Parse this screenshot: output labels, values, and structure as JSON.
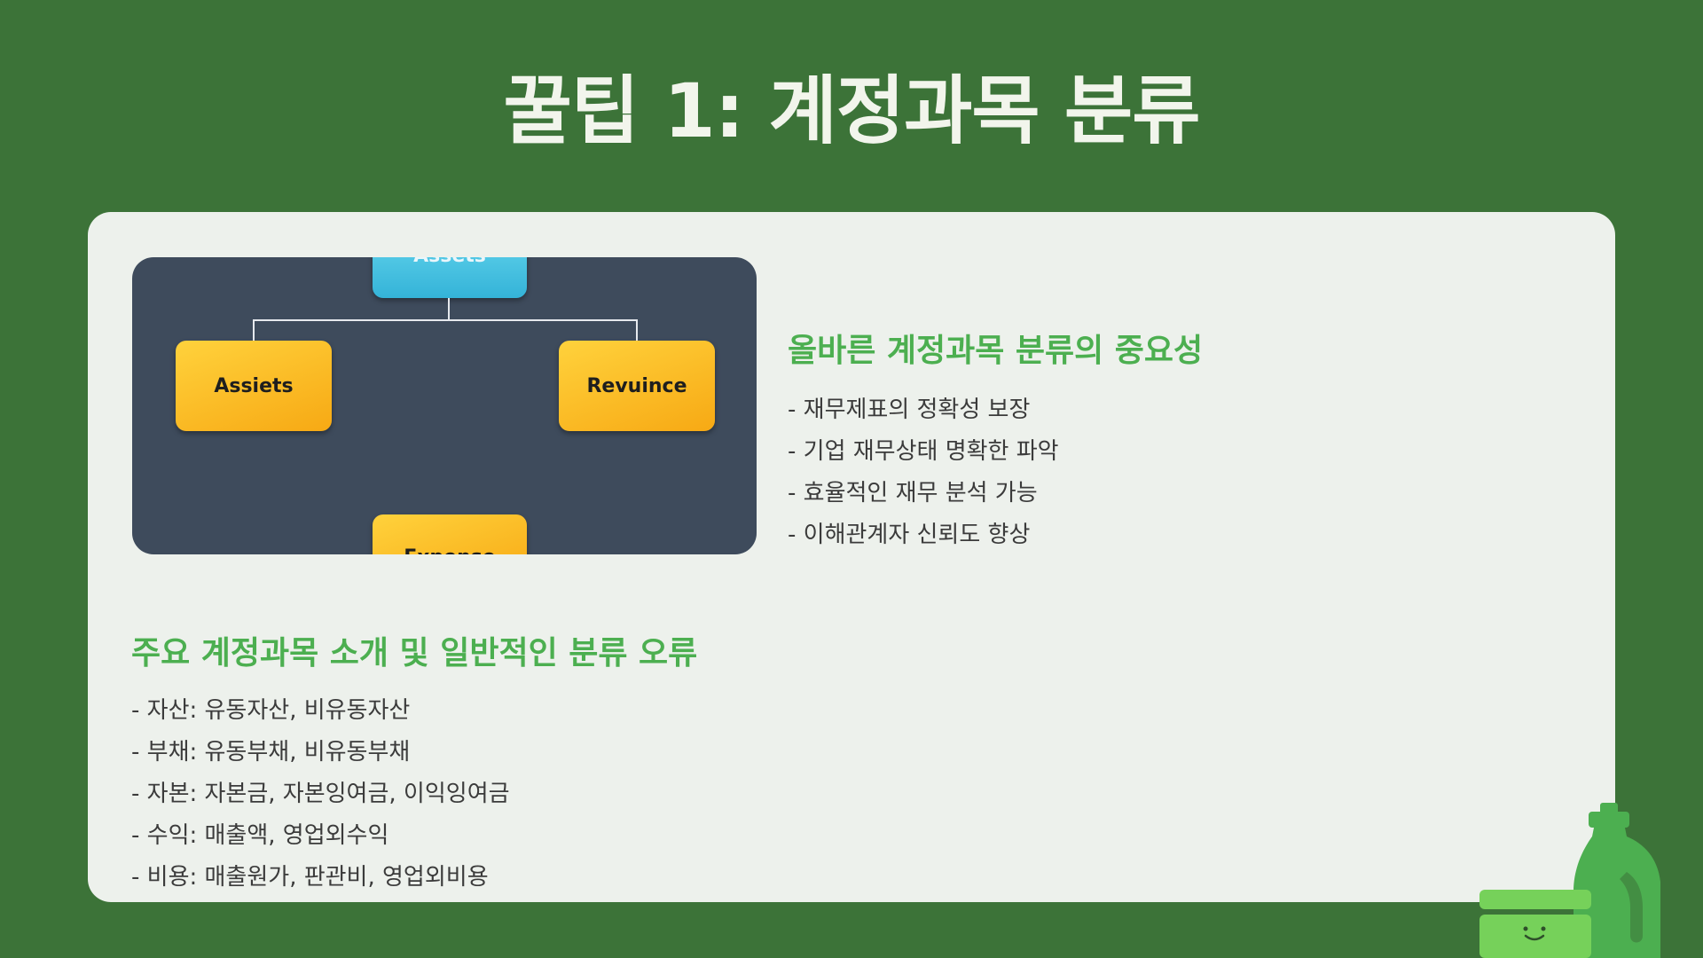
{
  "slide": {
    "title": "꿀팁 1: 계정과목 분류"
  },
  "diagram": {
    "top_node": "Assets",
    "left_node": "Assiets",
    "right_node": "Revuince",
    "bottom_node": "Expense"
  },
  "importance": {
    "heading": "올바른 계정과목 분류의 중요성",
    "items": [
      "- 재무제표의 정확성 보장",
      "- 기업 재무상태 명확한 파악",
      "- 효율적인 재무 분석 가능",
      "- 이해관계자 신뢰도 향상"
    ]
  },
  "accounts": {
    "heading": "주요 계정과목 소개 및 일반적인 분류 오류",
    "items": [
      "- 자산: 유동자산, 비유동자산",
      "- 부채: 유동부채, 비유동부채",
      "- 자본: 자본금, 자본잉여금, 이익잉여금",
      "- 수익: 매출액, 영업외수익",
      "- 비용: 매출원가, 판관비, 영업외비용"
    ]
  },
  "colors": {
    "background": "#3c7338",
    "card": "#edf1ec",
    "accent_green": "#4caf50",
    "node_yellow": "#f7b21e",
    "node_blue": "#45c1e0",
    "diagram_bg": "#3e4b5c"
  },
  "icons": {
    "decoration": "detergent-bottle-icon"
  }
}
